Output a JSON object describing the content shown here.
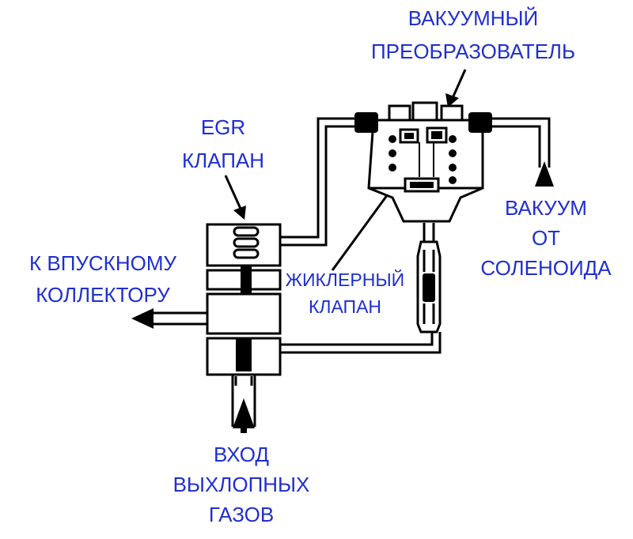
{
  "colors": {
    "label": "#1f2fd0",
    "line": "#000000",
    "background": "#ffffff"
  },
  "labels": {
    "vacuum_transducer": [
      "ВАКУУМНЫЙ",
      "ПРЕОБРАЗОВАТЕЛЬ"
    ],
    "egr_valve": [
      "EGR",
      "КЛАПАН"
    ],
    "to_intake_manifold": [
      "К ВПУСКНОМУ",
      "КОЛЛЕКТОРУ"
    ],
    "jet_valve": [
      "ЖИКЛЕРНЫЙ",
      "КЛАПАН"
    ],
    "vacuum_from_solenoid": [
      "ВАКУУМ",
      "ОТ",
      "СОЛЕНОИДА"
    ],
    "exhaust_gas_inlet": [
      "ВХОД",
      "ВЫХЛОПНЫХ",
      "ГАЗОВ"
    ]
  }
}
